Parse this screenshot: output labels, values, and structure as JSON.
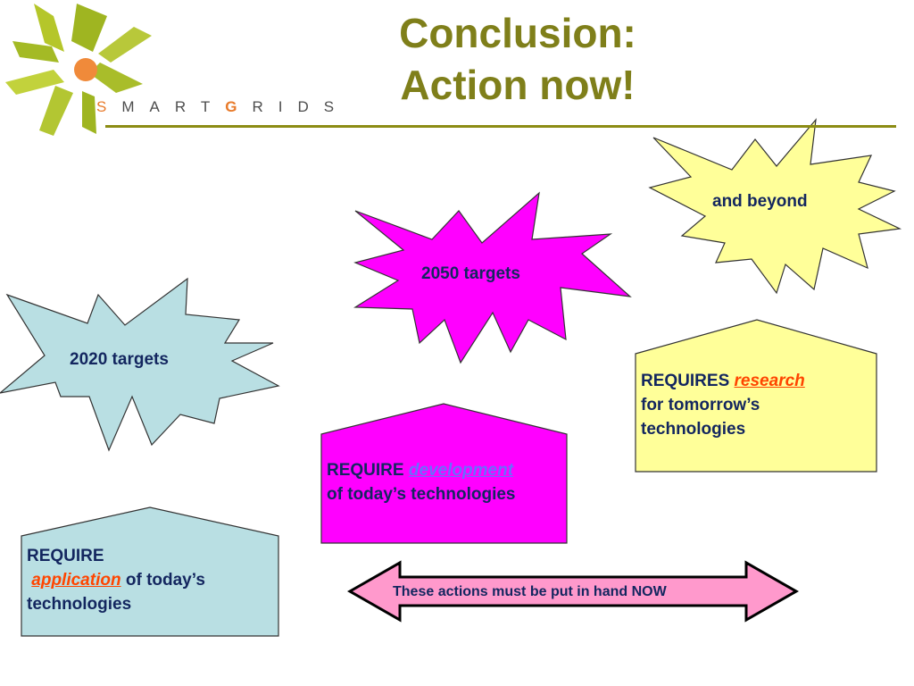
{
  "title": {
    "line1": "Conclusion:",
    "line2": "Action now!"
  },
  "logo": {
    "first": "S",
    "mid1": "MART",
    "g": "G",
    "mid2": "RIDS"
  },
  "colors": {
    "title": "#7f7f1a",
    "text": "#13265f",
    "light_blue": "#b9dfe3",
    "magenta": "#ff00ff",
    "light_yellow": "#ffff99",
    "pink": "#ff99cc",
    "orange_accent": "#ff4500",
    "violet_accent": "#6b6bff"
  },
  "bursts": [
    {
      "id": "2020",
      "label": "2020 targets"
    },
    {
      "id": "2050",
      "label": "2050 targets"
    },
    {
      "id": "beyond",
      "label": "and beyond"
    }
  ],
  "boxes": {
    "application": {
      "line1": "REQUIRE",
      "highlight": "application",
      "rest": "of today’s",
      "line3": "technologies"
    },
    "development": {
      "lead": "REQUIRE",
      "highlight": "development",
      "line2": "of today’s technologies"
    },
    "research": {
      "lead": "REQUIRES",
      "highlight": "research",
      "line2": "for tomorrow’s",
      "line3": "technologies"
    }
  },
  "arrow": {
    "label": "These actions must be put in hand NOW"
  }
}
